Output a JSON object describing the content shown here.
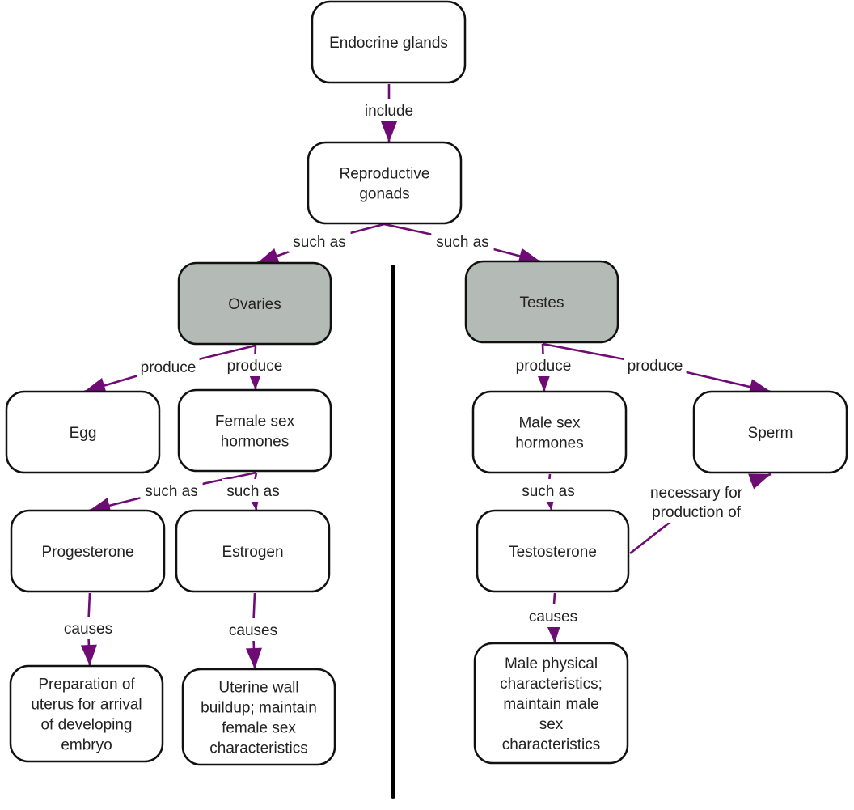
{
  "title": "Endocrine glands concept map",
  "colors": {
    "edge": "#6e0b75",
    "node_fill": "#ffffff",
    "highlight_fill": "#b4bab6",
    "node_stroke": "#111111",
    "divider": "#000000"
  },
  "nodes": {
    "endocrine": {
      "lines": [
        "Endocrine glands"
      ],
      "highlight": false
    },
    "gonads": {
      "lines": [
        "Reproductive",
        "gonads"
      ],
      "highlight": false
    },
    "ovaries": {
      "lines": [
        "Ovaries"
      ],
      "highlight": true
    },
    "testes": {
      "lines": [
        "Testes"
      ],
      "highlight": true
    },
    "egg": {
      "lines": [
        "Egg"
      ],
      "highlight": false
    },
    "female_hormones": {
      "lines": [
        "Female sex",
        "hormones"
      ],
      "highlight": false
    },
    "male_hormones": {
      "lines": [
        "Male sex",
        "hormones"
      ],
      "highlight": false
    },
    "sperm": {
      "lines": [
        "Sperm"
      ],
      "highlight": false
    },
    "progesterone": {
      "lines": [
        "Progesterone"
      ],
      "highlight": false
    },
    "estrogen": {
      "lines": [
        "Estrogen"
      ],
      "highlight": false
    },
    "testosterone": {
      "lines": [
        "Testosterone"
      ],
      "highlight": false
    },
    "uterus_prep": {
      "lines": [
        "Preparation of",
        "uterus for arrival",
        "of developing",
        "embryo"
      ],
      "highlight": false
    },
    "uterine_wall": {
      "lines": [
        "Uterine wall",
        "buildup; maintain",
        "female sex",
        "characteristics"
      ],
      "highlight": false
    },
    "male_physical": {
      "lines": [
        "Male physical",
        "characteristics;",
        "maintain male",
        "sex",
        "characteristics"
      ],
      "highlight": false
    }
  },
  "edges": [
    {
      "from": "endocrine",
      "to": "gonads",
      "label": [
        "include"
      ]
    },
    {
      "from": "gonads",
      "to": "ovaries",
      "label": [
        "such as"
      ]
    },
    {
      "from": "gonads",
      "to": "testes",
      "label": [
        "such as"
      ]
    },
    {
      "from": "ovaries",
      "to": "egg",
      "label": [
        "produce"
      ]
    },
    {
      "from": "ovaries",
      "to": "female_hormones",
      "label": [
        "produce"
      ]
    },
    {
      "from": "testes",
      "to": "male_hormones",
      "label": [
        "produce"
      ]
    },
    {
      "from": "testes",
      "to": "sperm",
      "label": [
        "produce"
      ]
    },
    {
      "from": "female_hormones",
      "to": "progesterone",
      "label": [
        "such as"
      ]
    },
    {
      "from": "female_hormones",
      "to": "estrogen",
      "label": [
        "such as"
      ]
    },
    {
      "from": "male_hormones",
      "to": "testosterone",
      "label": [
        "such as"
      ]
    },
    {
      "from": "testosterone",
      "to": "sperm",
      "label": [
        "necessary for",
        "production of"
      ]
    },
    {
      "from": "progesterone",
      "to": "uterus_prep",
      "label": [
        "causes"
      ]
    },
    {
      "from": "estrogen",
      "to": "uterine_wall",
      "label": [
        "causes"
      ]
    },
    {
      "from": "testosterone",
      "to": "male_physical",
      "label": [
        "causes"
      ]
    }
  ]
}
